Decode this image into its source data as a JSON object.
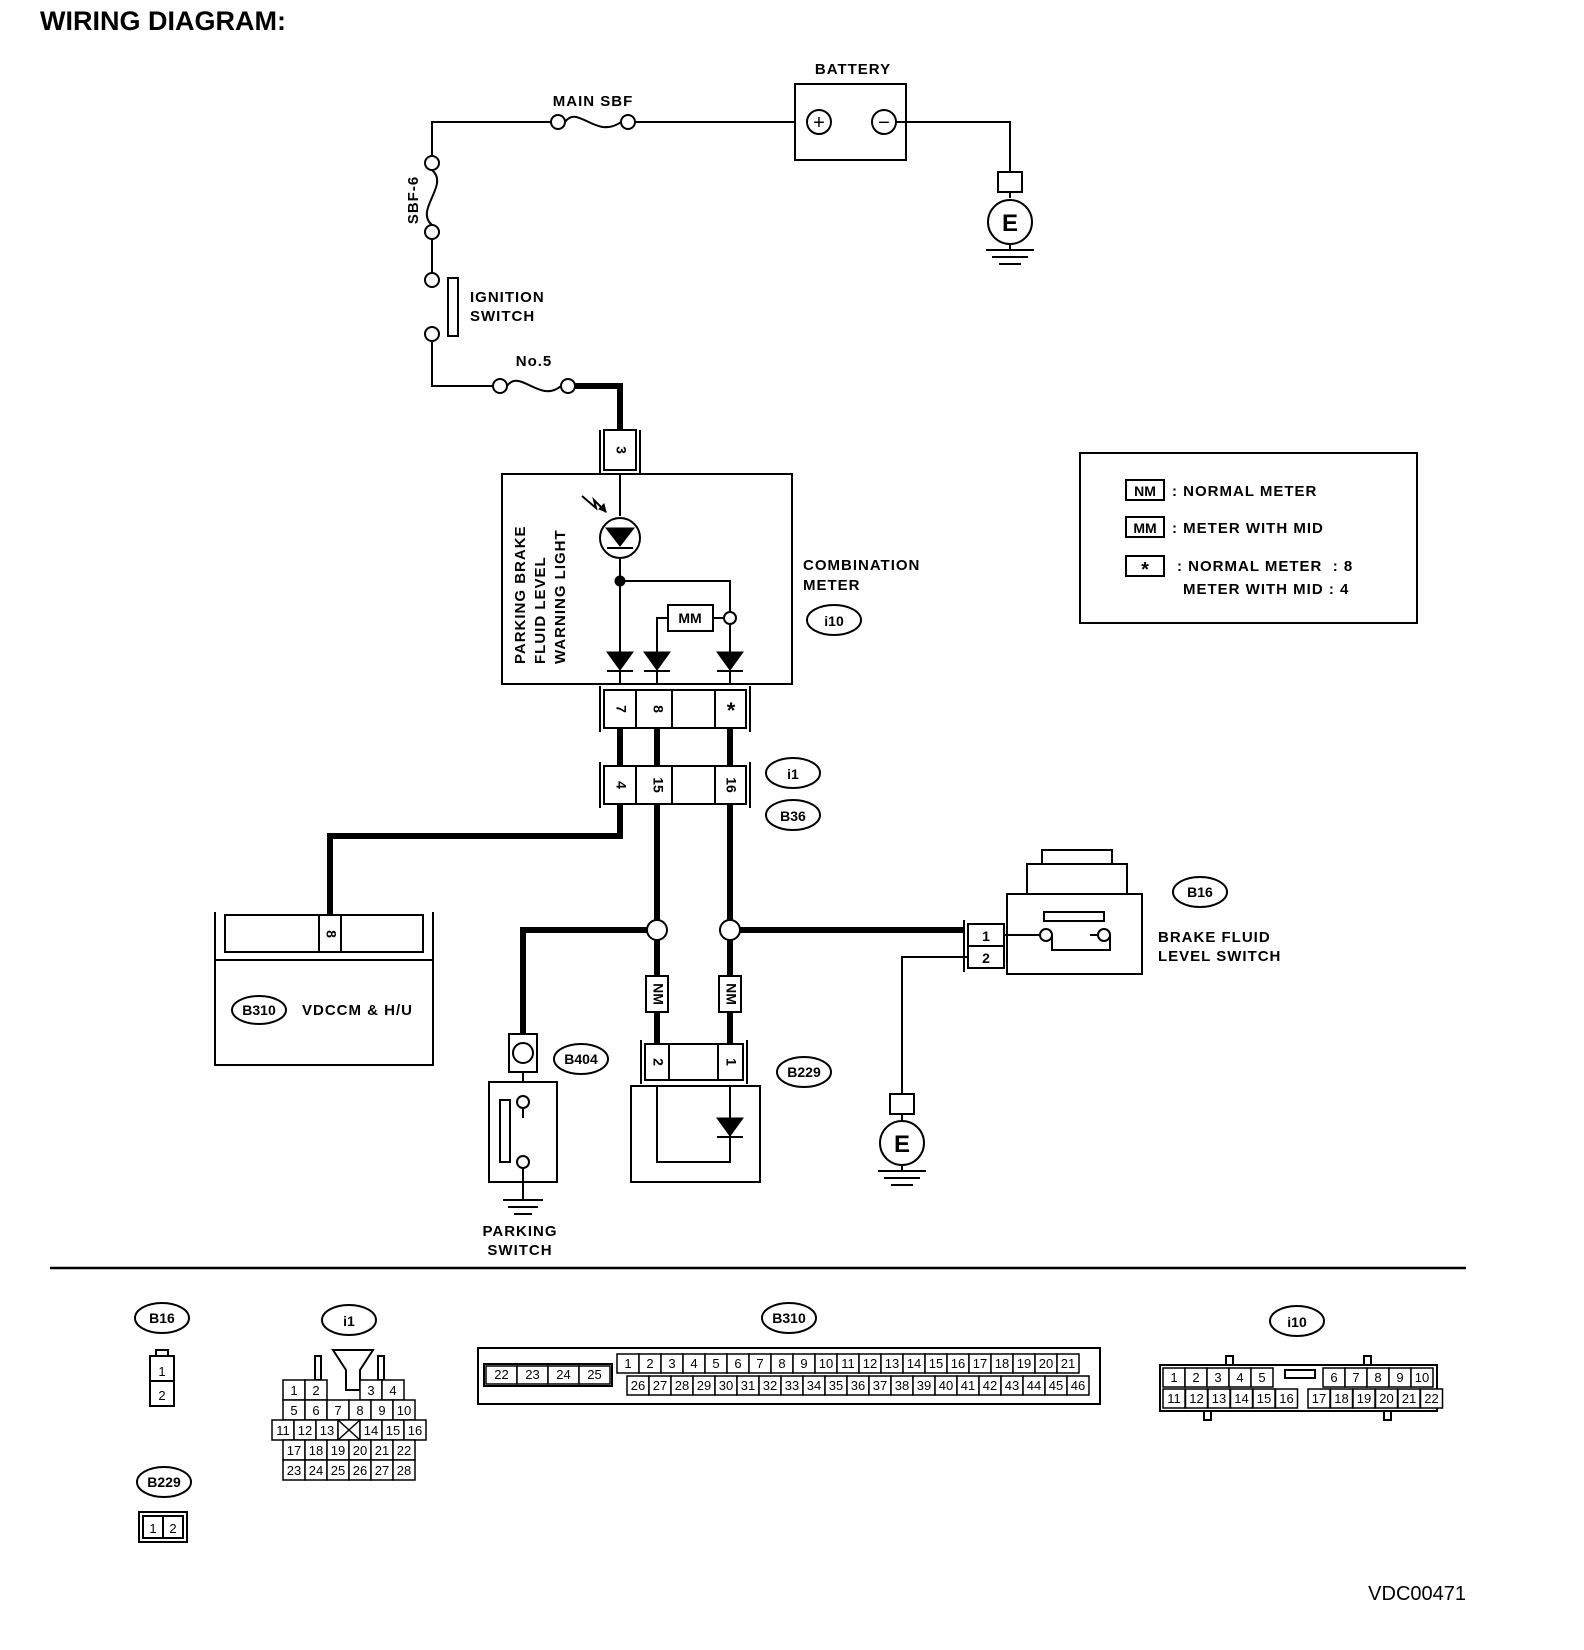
{
  "title": "WIRING DIAGRAM:",
  "figure_id": "VDC00471",
  "components": {
    "battery": "BATTERY",
    "battery_plus": "+",
    "battery_minus": "−",
    "main_sbf": "MAIN SBF",
    "sbf6": "SBF-6",
    "ignition_switch": [
      "IGNITION",
      "SWITCH"
    ],
    "fuse_no5": "No.5",
    "combination_meter": [
      "COMBINATION",
      "METER"
    ],
    "warning_light": [
      "PARKING BRAKE",
      "FLUID LEVEL",
      "WARNING LIGHT"
    ],
    "vdccm": "VDCCM & H/U",
    "parking_switch": [
      "PARKING",
      "SWITCH"
    ],
    "brake_fluid_level_switch": [
      "BRAKE FLUID",
      "LEVEL SWITCH"
    ],
    "ground": "E",
    "nm_tag": "NM",
    "mm_tag": "MM"
  },
  "connectors": {
    "i10": "i10",
    "i1": "i1",
    "b36": "B36",
    "b16": "B16",
    "b310": "B310",
    "b404": "B404",
    "b229": "B229"
  },
  "pins": {
    "meter_in": "3",
    "meter_out": [
      "7",
      "8",
      "*"
    ],
    "i1": [
      "4",
      "15",
      "16"
    ],
    "b310": "8",
    "b16": [
      "1",
      "2"
    ],
    "b229": [
      "2",
      "1"
    ]
  },
  "legend": {
    "nm_code": "NM",
    "nm_text": ": NORMAL METER",
    "mm_code": "MM",
    "mm_text": ": METER WITH MID",
    "star_code": "*",
    "star_line1": ": NORMAL METER  : 8",
    "star_line2": "METER WITH MID : 4"
  },
  "connector_views": {
    "b16_pins": [
      "1",
      "2"
    ],
    "b229_pins": [
      "1",
      "2"
    ],
    "i1_rows": [
      [
        "1",
        "2",
        "",
        "3",
        "4"
      ],
      [
        "5",
        "6",
        "7",
        "8",
        "9",
        "10"
      ],
      [
        "11",
        "12",
        "13",
        "X",
        "14",
        "15",
        "16"
      ],
      [
        "17",
        "18",
        "19",
        "20",
        "21",
        "22"
      ],
      [
        "23",
        "24",
        "25",
        "26",
        "27",
        "28"
      ]
    ],
    "b310_left": [
      "22",
      "23",
      "24",
      "25"
    ],
    "b310_row1": [
      "1",
      "2",
      "3",
      "4",
      "5",
      "6",
      "7",
      "8",
      "9",
      "10",
      "11",
      "12",
      "13",
      "14",
      "15",
      "16",
      "17",
      "18",
      "19",
      "20",
      "21"
    ],
    "b310_row2": [
      "26",
      "27",
      "28",
      "29",
      "30",
      "31",
      "32",
      "33",
      "34",
      "35",
      "36",
      "37",
      "38",
      "39",
      "40",
      "41",
      "42",
      "43",
      "44",
      "45",
      "46"
    ],
    "i10_row1a": [
      "1",
      "2",
      "3",
      "4",
      "5"
    ],
    "i10_row1b": [
      "6",
      "7",
      "8",
      "9",
      "10"
    ],
    "i10_row2": [
      "11",
      "12",
      "13",
      "14",
      "15",
      "16",
      "17",
      "18",
      "19",
      "20",
      "21",
      "22"
    ]
  }
}
